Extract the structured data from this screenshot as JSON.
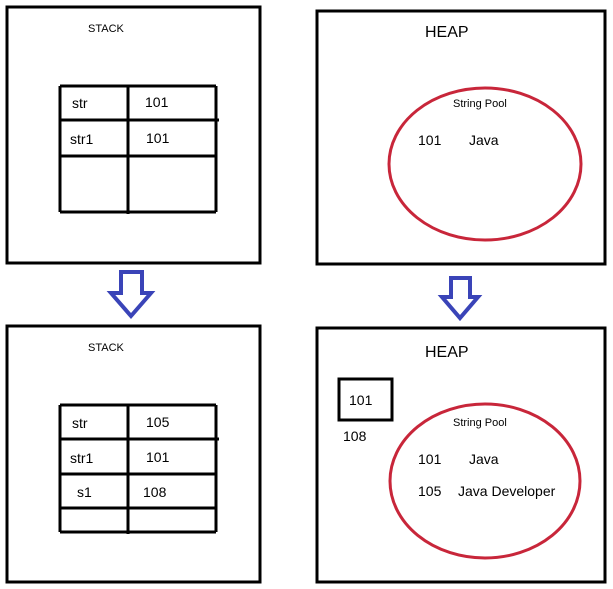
{
  "before": {
    "stack": {
      "title": "STACK",
      "rows": [
        {
          "name": "str",
          "value": "101"
        },
        {
          "name": "str1",
          "value": "101"
        },
        {
          "name": "",
          "value": ""
        }
      ]
    },
    "heap": {
      "title": "HEAP",
      "pool_label": "String Pool",
      "pool_entries": [
        {
          "address": "101",
          "value": "Java"
        }
      ]
    }
  },
  "after": {
    "stack": {
      "title": "STACK",
      "rows": [
        {
          "name": "str",
          "value": "105"
        },
        {
          "name": "str1",
          "value": "101"
        },
        {
          "name": "s1",
          "value": "108"
        },
        {
          "name": "",
          "value": ""
        }
      ]
    },
    "heap": {
      "title": "HEAP",
      "object": {
        "value": "101",
        "address": "108"
      },
      "pool_label": "String Pool",
      "pool_entries": [
        {
          "address": "101",
          "value": "Java"
        },
        {
          "address": "105",
          "value": "Java Developer"
        }
      ]
    }
  },
  "colors": {
    "pool_outline": "#c8263a",
    "arrow": "#3a44b8",
    "line": "#000000"
  }
}
